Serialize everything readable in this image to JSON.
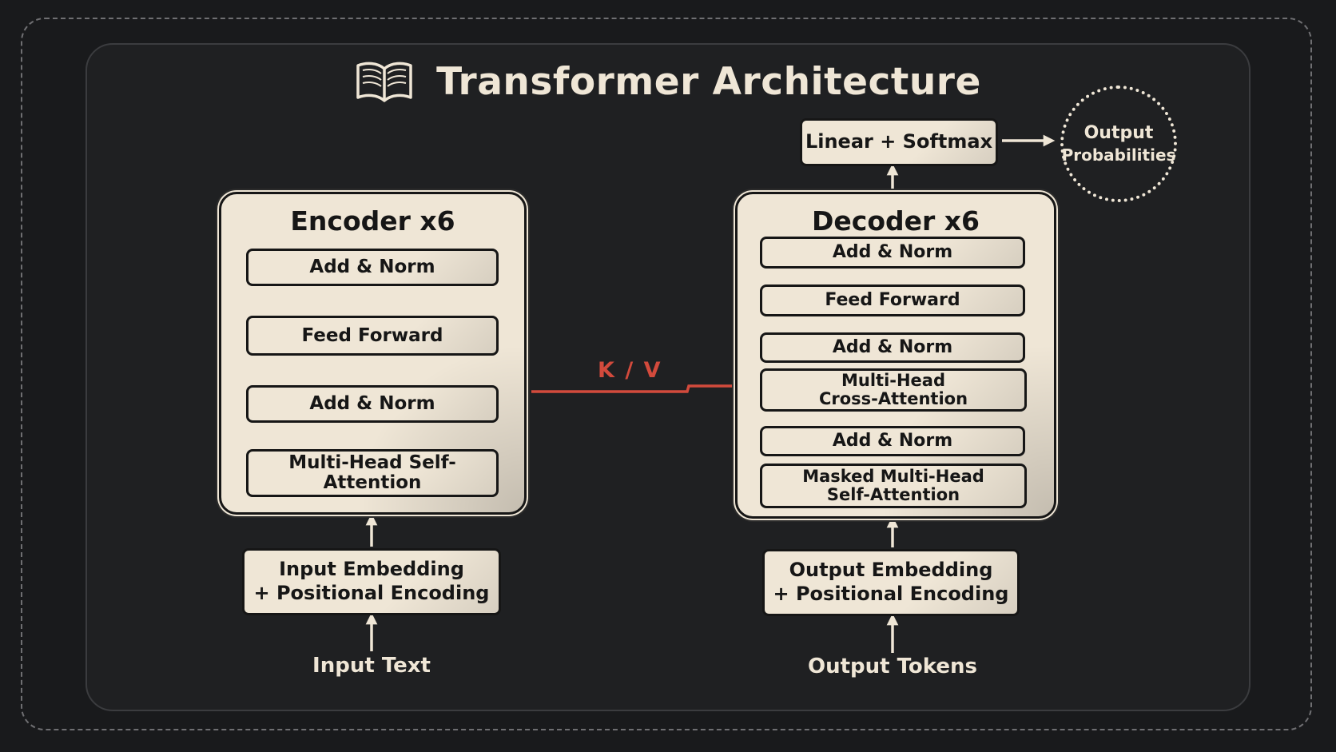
{
  "title": "Transformer Architecture",
  "icons": {
    "title_icon": "book-icon"
  },
  "colors": {
    "background": "#191a1c",
    "panel": "#1f2022",
    "block_fill": "#efe6d6",
    "block_border": "#161616",
    "text_light": "#efe6d6",
    "kv_accent": "#d24a3c"
  },
  "encoder": {
    "title": "Encoder x6",
    "layers": [
      "Add & Norm",
      "Feed Forward",
      "Add & Norm",
      "Multi-Head Self-Attention"
    ],
    "embedding": {
      "line1": "Input Embedding",
      "line2": "+ Positional Encoding"
    },
    "input_label": "Input Text"
  },
  "decoder": {
    "title": "Decoder x6",
    "layers": [
      {
        "line1": "Add & Norm",
        "line2": ""
      },
      {
        "line1": "Feed Forward",
        "line2": ""
      },
      {
        "line1": "Add & Norm",
        "line2": ""
      },
      {
        "line1": "Multi-Head",
        "line2": "Cross-Attention"
      },
      {
        "line1": "Add & Norm",
        "line2": ""
      },
      {
        "line1": "Masked Multi-Head",
        "line2": "Self-Attention"
      }
    ],
    "embedding": {
      "line1": "Output Embedding",
      "line2": "+ Positional Encoding"
    },
    "input_label": "Output Tokens"
  },
  "output_head": {
    "label": "Linear + Softmax",
    "probabilities": {
      "line1": "Output",
      "line2": "Probabilities"
    }
  },
  "cross_connection": {
    "label": "K / V"
  }
}
